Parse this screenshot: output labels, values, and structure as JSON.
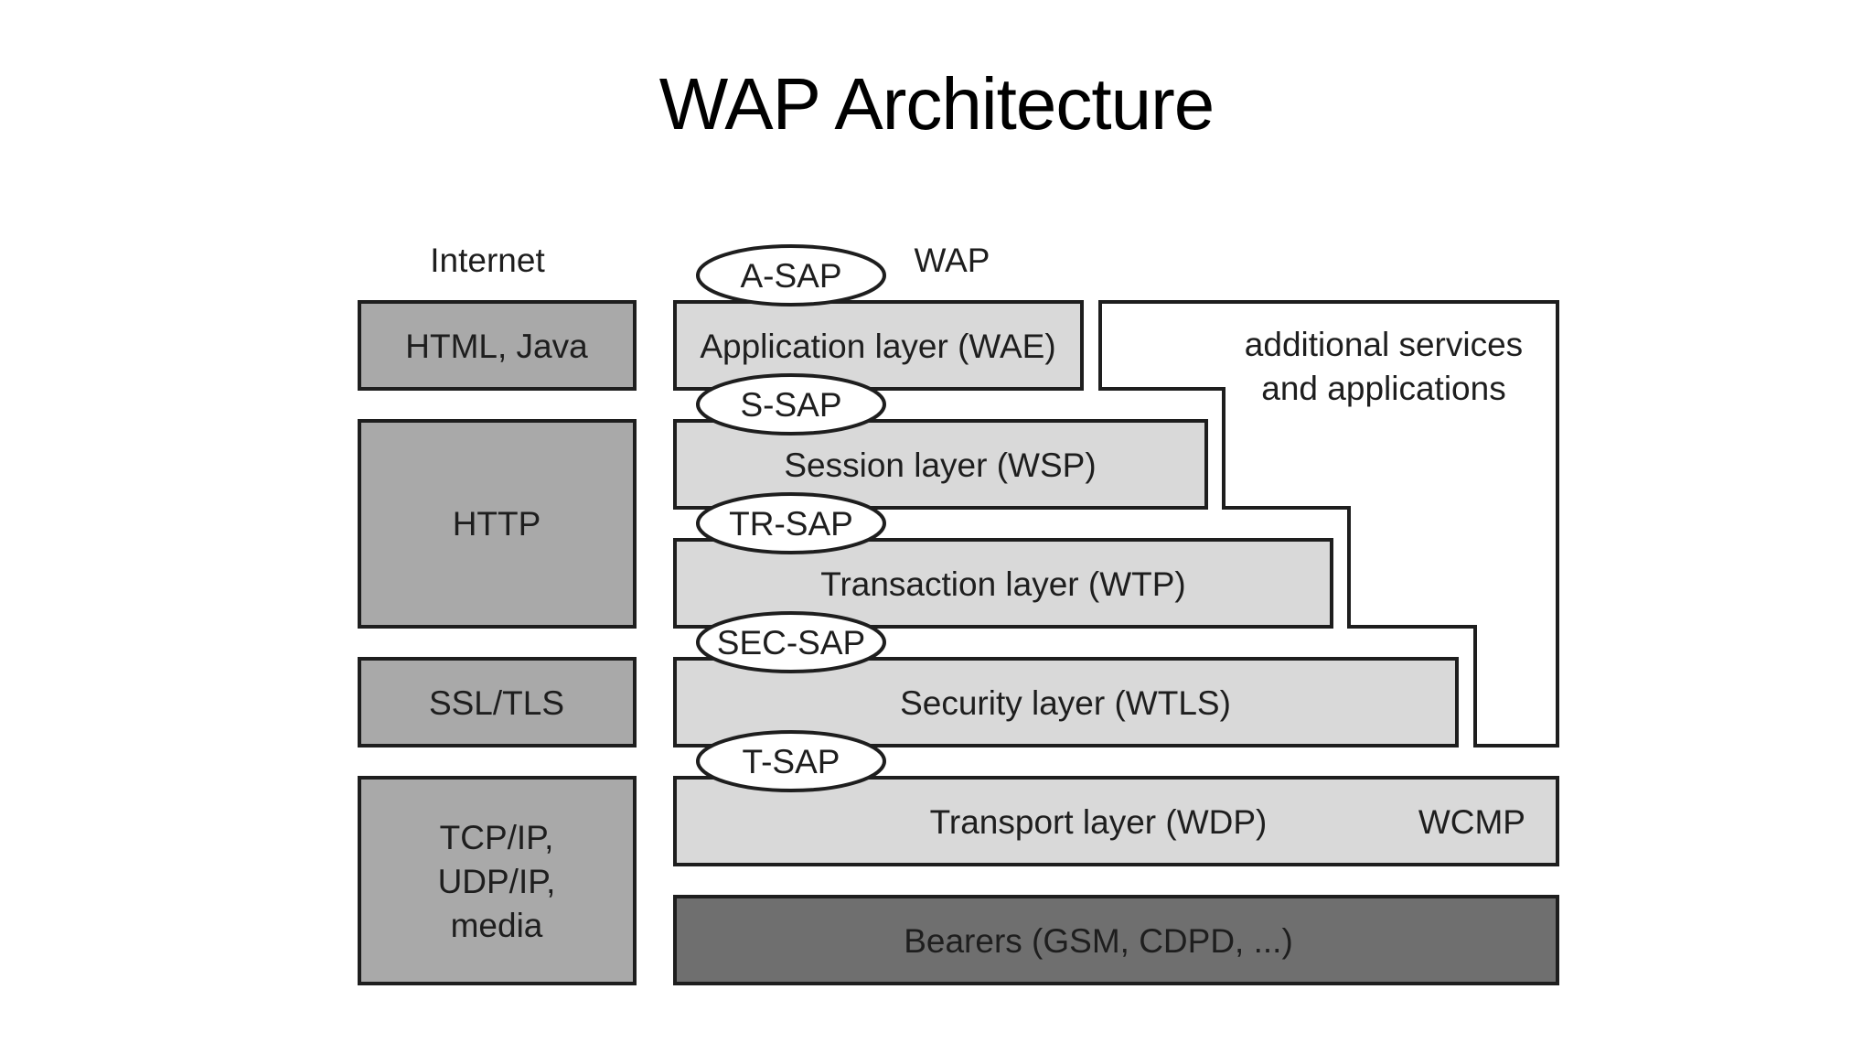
{
  "slide": {
    "title": "WAP Architecture"
  },
  "diagram": {
    "columns": {
      "internet": "Internet",
      "wap": "WAP"
    },
    "internet_stack": {
      "html_java": "HTML, Java",
      "http": "HTTP",
      "ssl_tls": "SSL/TLS",
      "tcp_ip": [
        "TCP/IP,",
        "UDP/IP,",
        "media"
      ]
    },
    "wap_layers": {
      "application": "Application layer (WAE)",
      "session": "Session layer (WSP)",
      "transaction": "Transaction layer (WTP)",
      "security": "Security layer (WTLS)",
      "transport": "Transport layer (WDP)",
      "wcmp": "WCMP",
      "bearers": "Bearers (GSM, CDPD, ...)"
    },
    "saps": {
      "a_sap": "A-SAP",
      "s_sap": "S-SAP",
      "tr_sap": "TR-SAP",
      "sec_sap": "SEC-SAP",
      "t_sap": "T-SAP"
    },
    "additional": [
      "additional services",
      "and applications"
    ],
    "colors": {
      "internet_box": "#a9a9a9",
      "wap_layer": "#d9d9d9",
      "bearers": "#6f6f6f",
      "stroke": "#1e1e1e"
    }
  }
}
